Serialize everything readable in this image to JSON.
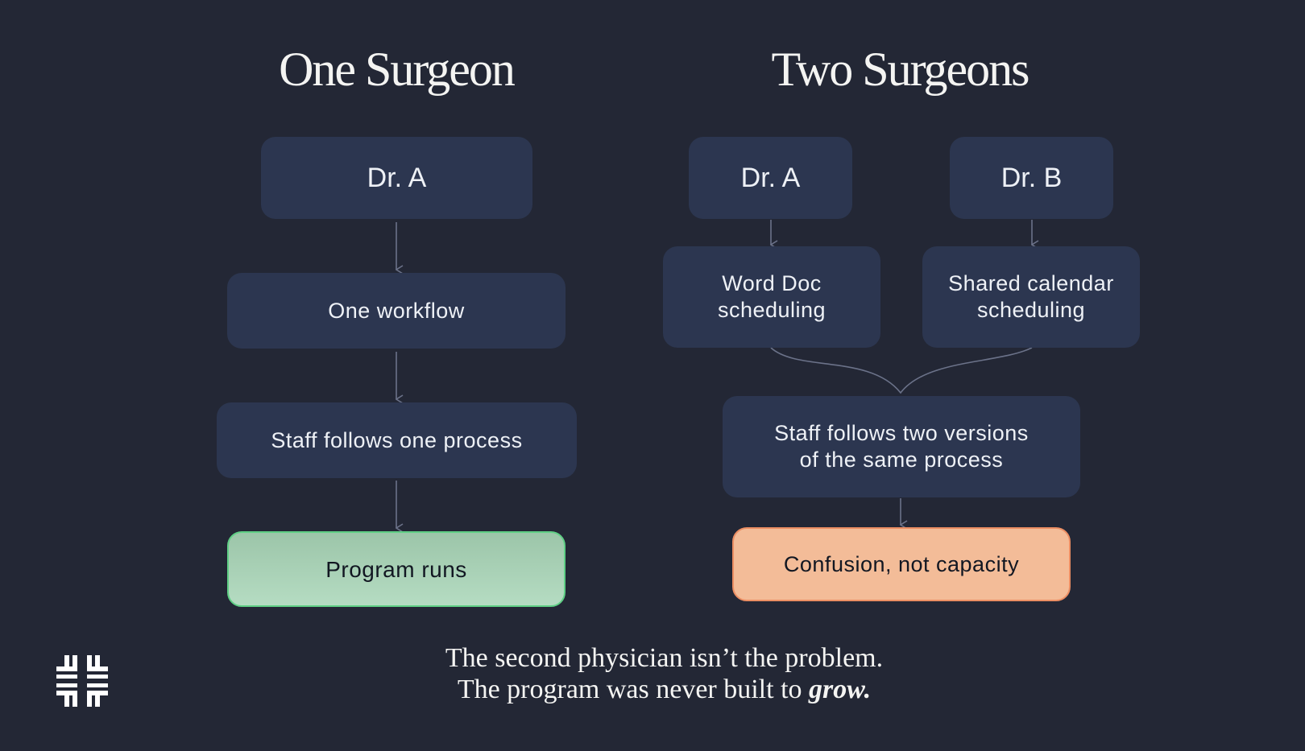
{
  "left": {
    "title": "One Surgeon",
    "doctor": "Dr. A",
    "workflow": "One workflow",
    "staff": "Staff follows one process",
    "outcome": "Program runs"
  },
  "right": {
    "title": "Two Surgeons",
    "doctor_a": "Dr. A",
    "doctor_b": "Dr. B",
    "method_a": [
      "Word Doc",
      "scheduling"
    ],
    "method_b": [
      "Shared calendar",
      "scheduling"
    ],
    "staff": [
      "Staff follows two versions",
      "of the same process"
    ],
    "outcome": "Confusion, not capacity"
  },
  "footer": {
    "line1": "The second physician isn’t the problem.",
    "line2_prefix": "The program was never built to ",
    "line2_emphasis": "grow."
  },
  "colors": {
    "background": "#232735",
    "box": "#2c3650",
    "success": "#a7d2b5",
    "warning": "#f3bc98",
    "connector": "#6b7289"
  },
  "logo": {
    "icon": "cross-logo-icon"
  }
}
